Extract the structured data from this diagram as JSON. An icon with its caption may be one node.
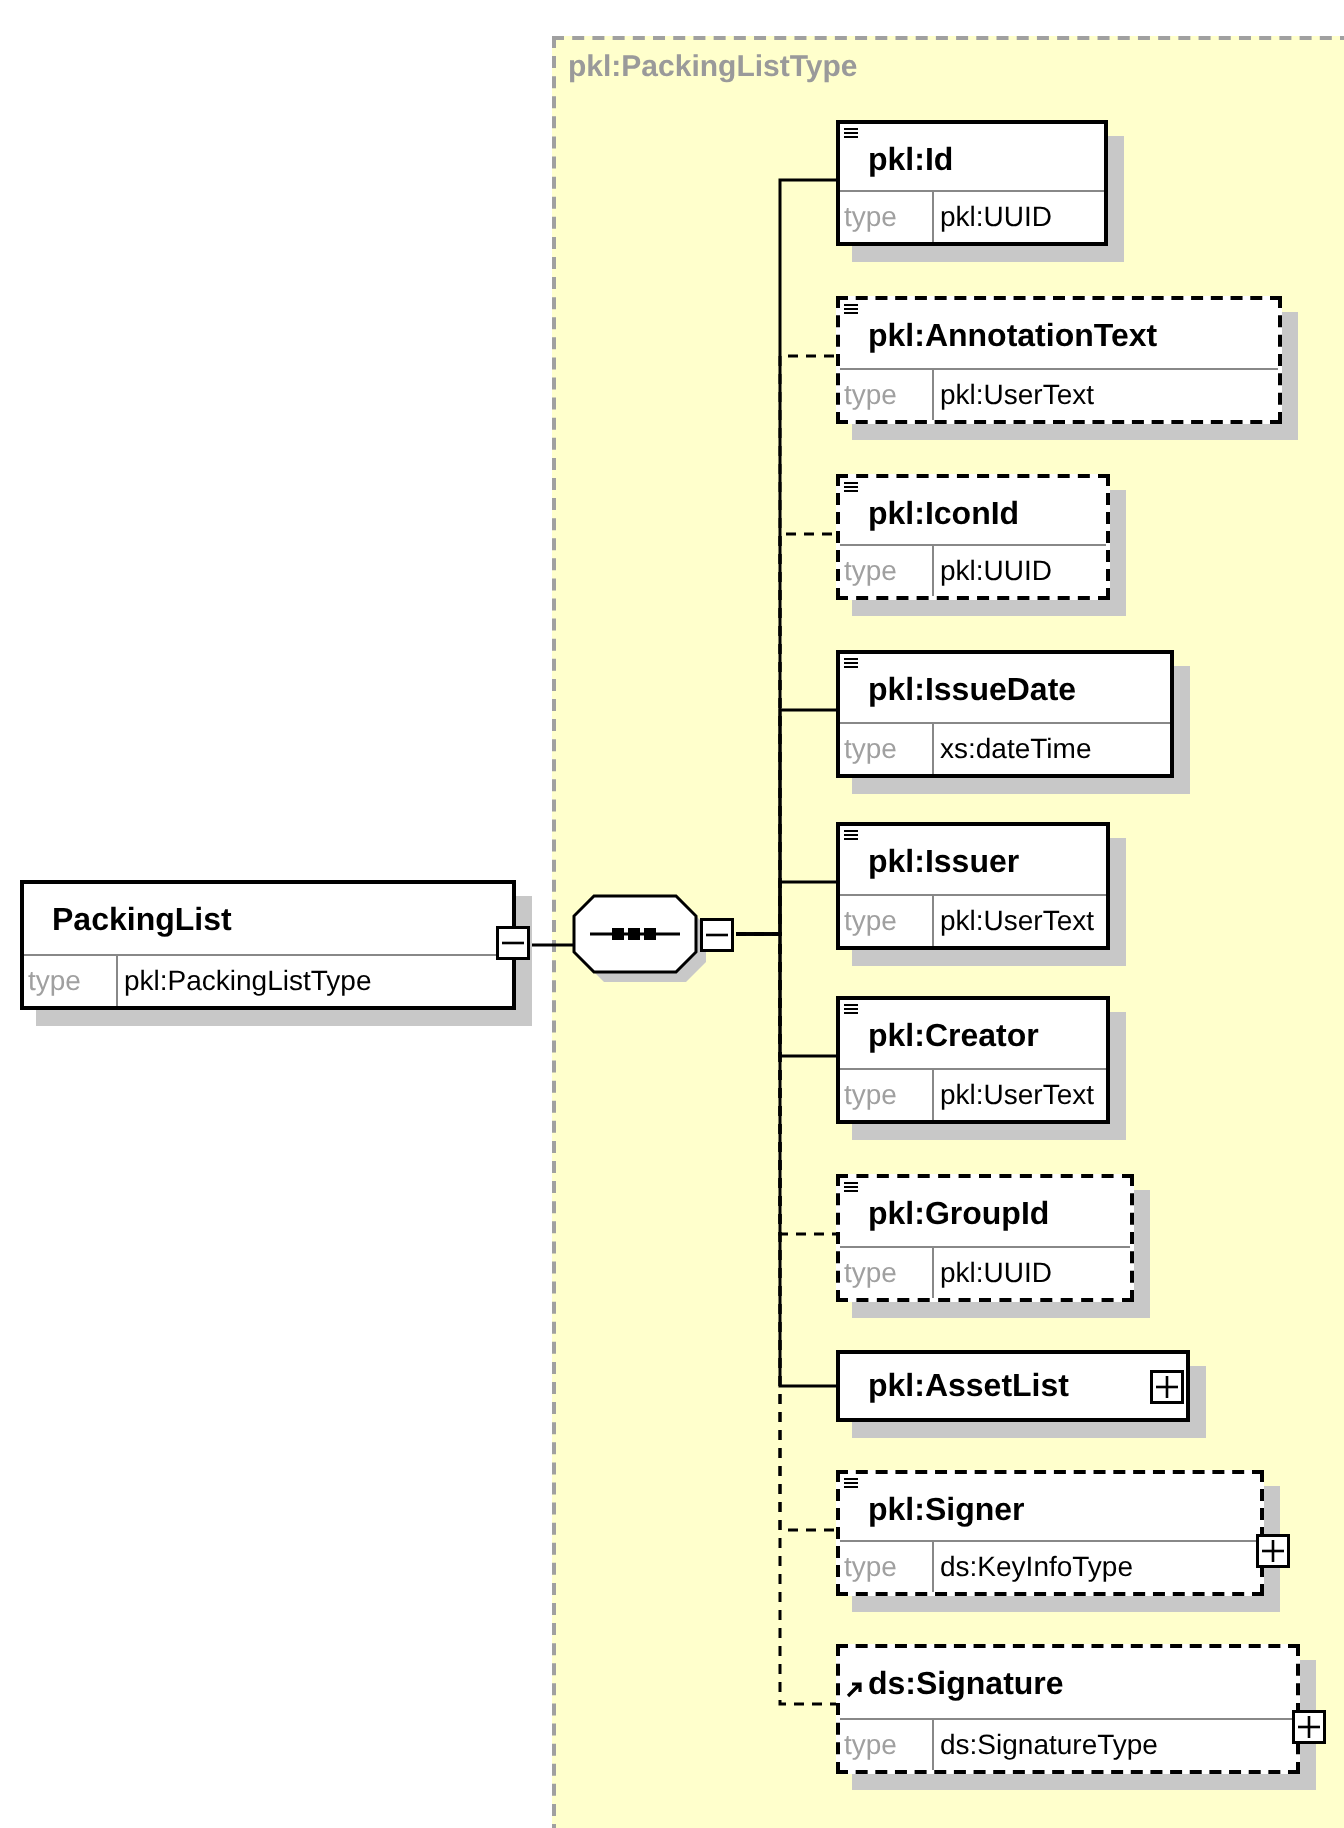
{
  "diagram": {
    "nodes": [
      {
        "text": [
          "pkl:PackingListType"
        ]
      },
      {
        "text": [
          "PackingList",
          "type",
          "pkl:PackingListType"
        ]
      },
      {
        "text": [],
        "shape": "octagon",
        "in": 0
      },
      {
        "text": [
          "pkl:Id",
          "type",
          "pkl:UUID"
        ],
        "in": 0
      },
      {
        "text": [
          "pkl:AnnotationText",
          "type",
          "pkl:UserText"
        ],
        "in": 0
      },
      {
        "text": [
          "pkl:IconId",
          "type",
          "pkl:UUID"
        ],
        "in": 0
      },
      {
        "text": [
          "pkl:IssueDate",
          "type",
          "xs:dateTime"
        ],
        "in": 0
      },
      {
        "text": [
          "pkl:Issuer",
          "type",
          "pkl:UserText"
        ],
        "in": 0
      },
      {
        "text": [
          "pkl:Creator",
          "type",
          "pkl:UserText"
        ],
        "in": 0
      },
      {
        "text": [
          "pkl:GroupId",
          "type",
          "pkl:UUID"
        ],
        "in": 0
      },
      {
        "text": [
          "pkl:AssetList"
        ],
        "in": 0
      },
      {
        "text": [
          "pkl:Signer",
          "type",
          "ds:KeyInfoType"
        ],
        "in": 0
      },
      {
        "text": [
          "ds:Signature",
          "type",
          "ds:SignatureType"
        ],
        "in": 0
      }
    ],
    "edges": [
      {
        "from": 1,
        "to": 2,
        "arrow": "none"
      },
      {
        "from": 2,
        "to": 3,
        "arrow": "none"
      },
      {
        "from": 2,
        "to": 4,
        "arrow": "none",
        "style": "dashed"
      },
      {
        "from": 2,
        "to": 5,
        "arrow": "none",
        "style": "dashed"
      },
      {
        "from": 2,
        "to": 6,
        "arrow": "none"
      },
      {
        "from": 2,
        "to": 7,
        "arrow": "none"
      },
      {
        "from": 2,
        "to": 8,
        "arrow": "none"
      },
      {
        "from": 2,
        "to": 9,
        "arrow": "none",
        "style": "dashed"
      },
      {
        "from": 2,
        "to": 10,
        "arrow": "none"
      },
      {
        "from": 2,
        "to": 11,
        "arrow": "none",
        "style": "dashed"
      },
      {
        "from": 2,
        "to": 12,
        "arrow": "none",
        "style": "dashed"
      }
    ]
  }
}
